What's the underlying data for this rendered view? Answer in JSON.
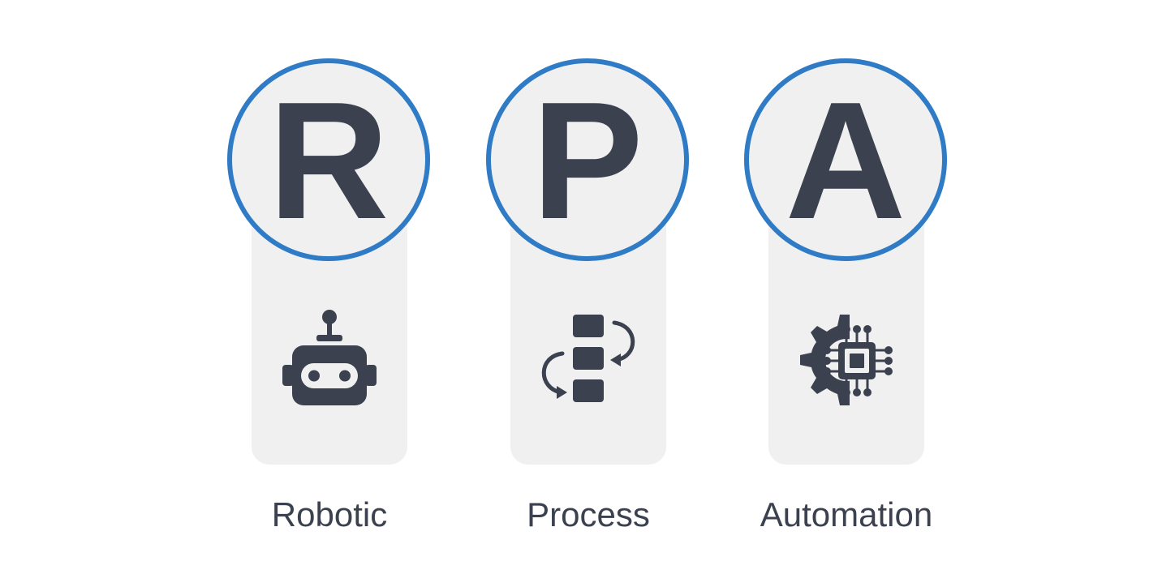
{
  "colors": {
    "accent": "#2f7bc6",
    "text": "#3c4150",
    "card": "#f0f0f0"
  },
  "items": [
    {
      "letter": "R",
      "caption": "Robotic",
      "icon": "robot-icon"
    },
    {
      "letter": "P",
      "caption": "Process",
      "icon": "process-flow-icon"
    },
    {
      "letter": "A",
      "caption": "Automation",
      "icon": "gear-chip-icon"
    }
  ]
}
